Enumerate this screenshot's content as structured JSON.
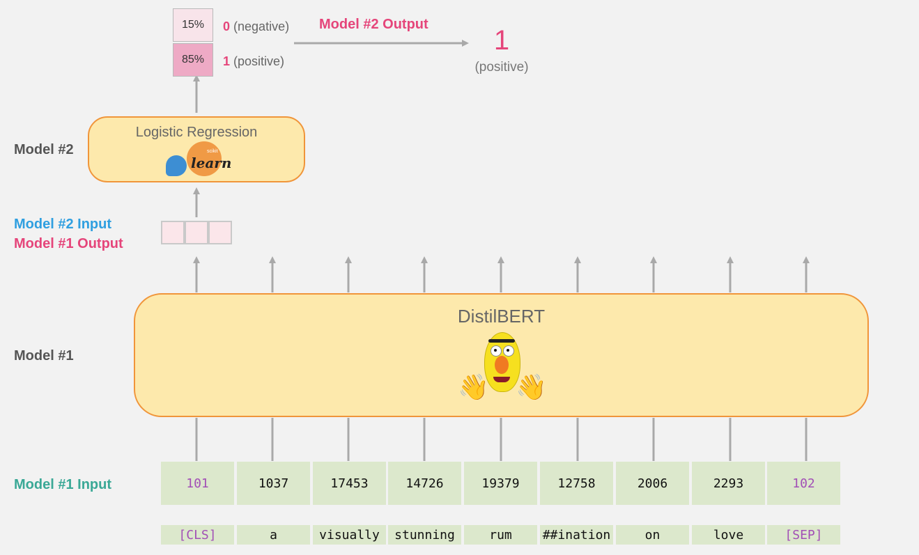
{
  "output": {
    "label": "Model #2 Output",
    "classes": [
      {
        "percent": "15%",
        "class_num": "0",
        "class_name": "(negative)",
        "fill": "#f8e4ea"
      },
      {
        "percent": "85%",
        "class_num": "1",
        "class_name": "(positive)",
        "fill": "#eeaac5"
      }
    ],
    "result_value": "1",
    "result_label": "(positive)"
  },
  "model2": {
    "label": "Model #2",
    "title": "Logistic Regression",
    "logo_text": "learn",
    "logo_small_text": "scikit"
  },
  "model2_input": {
    "label": "Model #2 Input"
  },
  "model1_output": {
    "label": "Model #1 Output"
  },
  "model1": {
    "label": "Model #1",
    "title": "DistilBERT",
    "mascot": "bert-muppet-icon"
  },
  "model1_input": {
    "label": "Model #1 Input"
  },
  "tokens": [
    {
      "id": "101",
      "text": "[CLS]",
      "special": true
    },
    {
      "id": "1037",
      "text": "a",
      "special": false
    },
    {
      "id": "17453",
      "text": "visually",
      "special": false
    },
    {
      "id": "14726",
      "text": "stunning",
      "special": false
    },
    {
      "id": "19379",
      "text": "rum",
      "special": false
    },
    {
      "id": "12758",
      "text": "##ination",
      "special": false
    },
    {
      "id": "2006",
      "text": "on",
      "special": false
    },
    {
      "id": "2293",
      "text": "love",
      "special": false
    },
    {
      "id": "102",
      "text": "[SEP]",
      "special": true
    }
  ],
  "colors": {
    "accent_pink": "#e5457a",
    "accent_blue": "#2f9fe0",
    "accent_teal": "#3aa896",
    "box_fill": "#fde9ac",
    "box_border": "#f0953a",
    "token_fill": "#dce8cc",
    "special_token": "#a24fb6"
  }
}
